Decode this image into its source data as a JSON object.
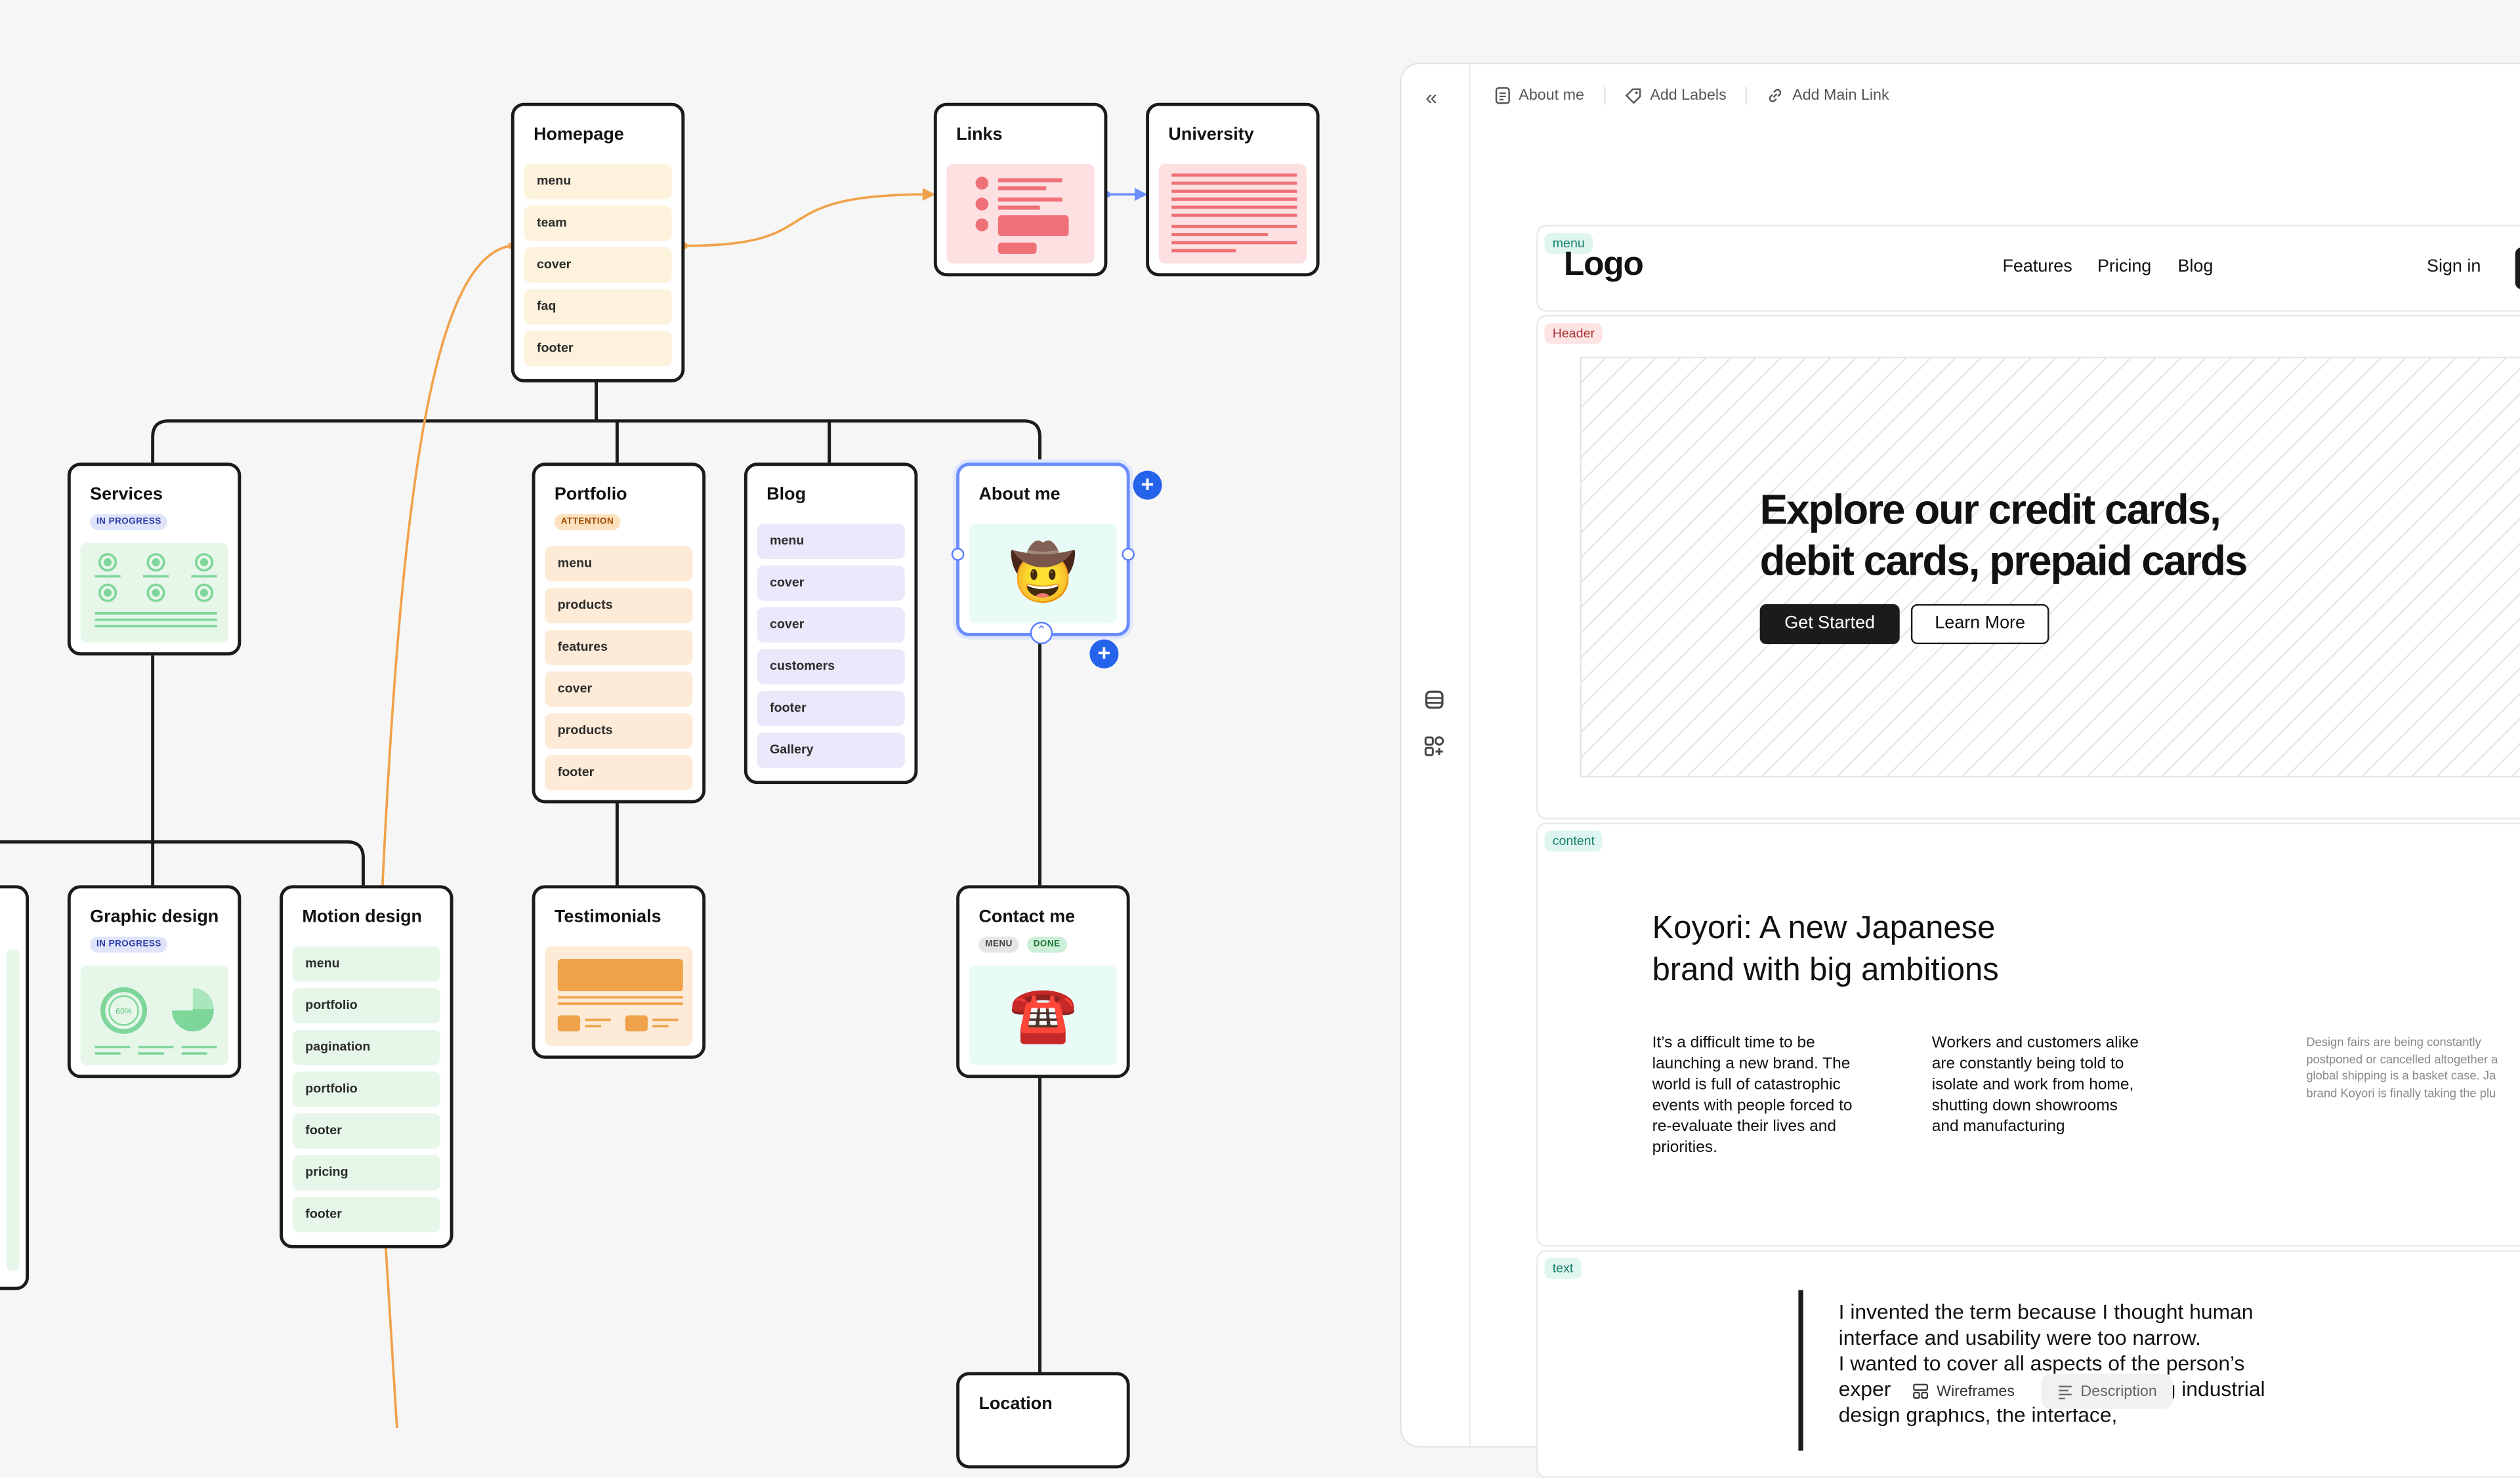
{
  "flow": {
    "homepage": {
      "title": "Homepage",
      "items": [
        "menu",
        "team",
        "cover",
        "faq",
        "footer"
      ]
    },
    "links": {
      "title": "Links"
    },
    "university": {
      "title": "University"
    },
    "services": {
      "title": "Services",
      "badge": "IN PROGRESS"
    },
    "portfolio": {
      "title": "Portfolio",
      "badge": "ATTENTION",
      "items": [
        "menu",
        "products",
        "features",
        "cover",
        "products",
        "footer"
      ]
    },
    "blog": {
      "title": "Blog",
      "items": [
        "menu",
        "cover",
        "cover",
        "customers",
        "footer",
        "Gallery"
      ]
    },
    "about": {
      "title": "About me",
      "emoji": "🤠"
    },
    "graphic": {
      "title": "Graphic design",
      "badge": "IN PROGRESS",
      "chart_label": "60%"
    },
    "motion": {
      "title": "Motion design",
      "items": [
        "menu",
        "portfolio",
        "pagination",
        "portfolio",
        "footer",
        "pricing",
        "footer"
      ]
    },
    "testimonials": {
      "title": "Testimonials"
    },
    "contact": {
      "title": "Contact me",
      "badges": [
        "MENU",
        "DONE"
      ],
      "emoji": "☎️"
    },
    "location": {
      "title": "Location"
    }
  },
  "panel": {
    "toolbar": {
      "page": "About me",
      "labels": "Add Labels",
      "link": "Add Main Link"
    },
    "menu": {
      "tag": "menu",
      "logo": "Logo",
      "nav": [
        "Features",
        "Pricing",
        "Blog"
      ],
      "signin": "Sign in"
    },
    "header": {
      "tag": "Header",
      "headline_1": "Explore our credit cards,",
      "headline_2": "debit cards, prepaid cards",
      "primary": "Get Started",
      "secondary": "Learn More"
    },
    "content": {
      "tag": "content",
      "title_1": "Koyori: A new Japanese",
      "title_2": "brand with big ambitions",
      "col1": [
        "It’s a difficult time to be",
        "launching a new brand. The",
        "world is full of catastrophic",
        "events with people forced to",
        "re-evaluate their lives and",
        "priorities."
      ],
      "col2": [
        "Workers and customers alike",
        "are constantly being told to",
        "isolate and work from home,",
        "shutting down showrooms",
        "and manufacturing"
      ],
      "col3": [
        "Design fairs are being constantly",
        "postponed or cancelled altogether a",
        "global shipping is a basket case. Ja",
        "brand Koyori is finally taking the plu"
      ]
    },
    "text": {
      "tag": "text",
      "lines": [
        "I invented the term because I thought human",
        "interface and usability were too narrow.",
        "I wanted to cover all aspects of the person’s",
        "exper",
        "g industrial",
        "design graphics, the interface,"
      ]
    },
    "bottom": {
      "wireframes": "Wireframes",
      "description": "Description"
    }
  },
  "colors": {
    "accent": "#2563eb",
    "orange_connector": "#f0a24a",
    "selected_border": "#6b8cff"
  }
}
